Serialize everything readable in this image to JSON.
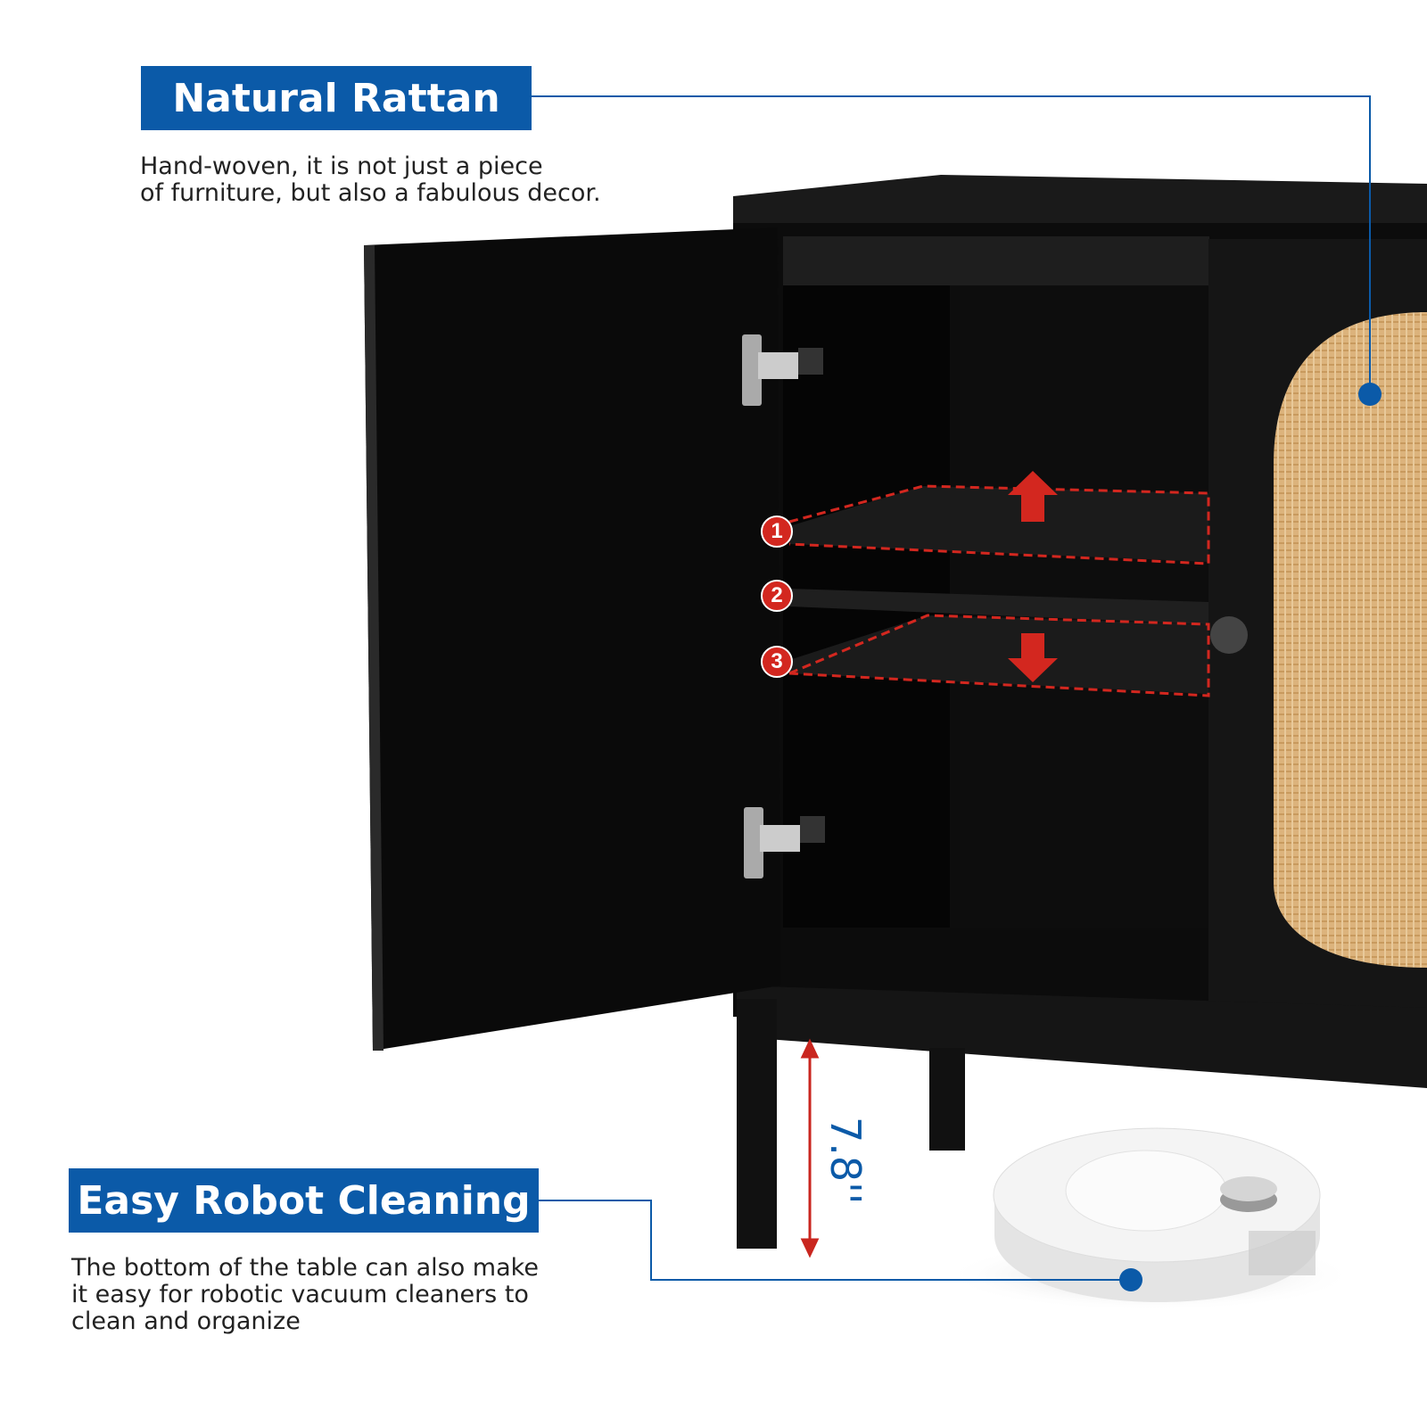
{
  "features": [
    {
      "title": "Natural Rattan",
      "description_lines": [
        "Hand-woven, it is not just a piece",
        "of furniture, but also a fabulous decor."
      ]
    },
    {
      "title": "Easy Robot Cleaning",
      "description_lines": [
        "The bottom of the table can also make",
        "it easy for robotic vacuum cleaners to",
        "clean and organize"
      ]
    }
  ],
  "shelf_positions": [
    "1",
    "2",
    "3"
  ],
  "clearance_height": "7.8''",
  "colors": {
    "accent": "#0b5aa8",
    "marker": "#d3271f",
    "cabinet": "#111111",
    "rattan": "#d9b27a"
  }
}
